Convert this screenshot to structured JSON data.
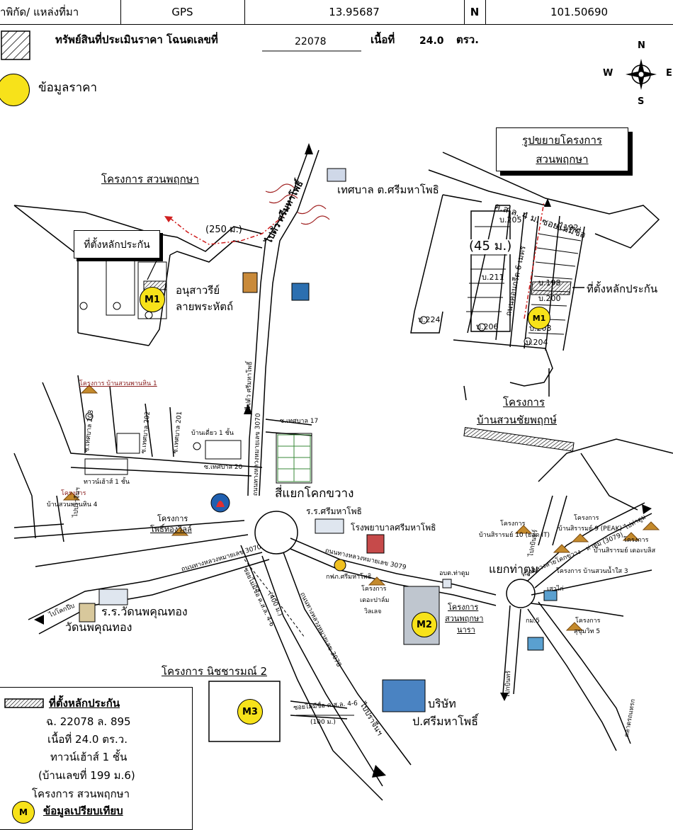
{
  "header": {
    "coord_label": "าพิกัด/ แหล่งที่มา",
    "source": "GPS",
    "lat": "13.95687",
    "n_label": "N",
    "lon": "101.50690"
  },
  "subject": {
    "desc": "ทรัพย์สินที่ประเมินราคา โฉนดเลขที่",
    "deed": "22078",
    "area_label": "เนื้อที่",
    "area": "24.0",
    "unit": "ตรว."
  },
  "legend_price": "ข้อมูลราคา",
  "compass": {
    "n": "N",
    "s": "S",
    "w": "W",
    "e": "E"
  },
  "inset": {
    "title_line1": "รูปขยายโครงการ",
    "title_line2": "สวนพฤกษา",
    "road_top": "ค.ส.ล. 4 ม. ซอยไม่มีชื่อ",
    "road_side": "ถนนคอนกรีต 6 เมตร",
    "distance": "(45 ม.)",
    "collateral": "ที่ตั้งหลักประกัน",
    "plots": [
      "บ.205",
      "บ.192",
      "บ.211",
      "บ.198",
      "บ.200",
      "บ.203",
      "บ.204",
      "บ.206",
      "บ.224"
    ],
    "marker": "M1"
  },
  "map": {
    "project_suan": "โครงการ สวนพฤกษา",
    "collateral_left": "ที่ตั้งหลักประกัน",
    "dist_250": "(250 ม.)",
    "road_srimahapho": "ไปตัว ศรีมหาโพธิ์",
    "municipality": "เทศบาล ต.ศรีมหาโพธิ",
    "monument_l1": "อนุสาวรีย์",
    "monument_l2": "ลายพระหัตถ์",
    "baan_suan_1": "โครงการ บ้านสวนพานหิน 1",
    "soi_203": "ซ.เทศบาล 203",
    "soi_202": "ซ.เทศบาล 202",
    "soi_201": "ซ.เทศบาล 201",
    "single_house": "บ้านเดี่ยว 1 ชั้น",
    "townhouse": "ทาวน์เฮ้าส์ 1 ชั้น",
    "soi_20": "ซ.เทศบาล 20",
    "soi_17": "ซ.เทศบาล 17",
    "hwy_3070_v": "ถนนทางหลวงหมายเลข 3070",
    "to_srimahapho": "ไปตัว ศรีมหาโพธิ์",
    "baan_suan_4_l1": "โครงการ",
    "baan_suan_4_l2": "บ้านสวนพานหิน 4",
    "phothong_l1": "โครงการ",
    "phothong_l2": "โพธิ์ทองวิลล์",
    "intersection_kok": "สี่แยกโคกขวาง",
    "school_srimahapho": "ร.ร.ศรีมหาโพธิ",
    "hospital": "โรงพยาบาลศรีมหาโพธิ",
    "hwy_3070_h": "ถนนทางหลวงหมายเลข 3070",
    "hwy_3079": "ถนนทางหลวงหมายเลข 3079",
    "hwy_3078": "ถนนทางหลวงหมายเลข 3078",
    "soi_nochue_46": "ซอยไม่มีชื่อ ค.ส.ล. 4-6",
    "dist_400": "(400 ม.)",
    "to_kokpip": "ไปโคกปีบ",
    "school_wat": "ร.ร.วัดนพคุณทอง",
    "wat": "วัดนพคุณทอง",
    "to_prachin": "ไปปราจีนฯ",
    "pao_srimahapho": "กฟภ.ศรีมหาโพธิ",
    "palm_l1": "โครงการ",
    "palm_l2": "เดอะปาล์ม",
    "palm_l3": "วิลเลจ",
    "suan_nara_l1": "โครงการ",
    "suan_nara_l2": "สวนพฤกษา",
    "suan_nara_l3": "นารา",
    "tatum_office": "อบต.ท่าตูม",
    "intersection_tatum": "แยกท่าตูม",
    "sirarom10_l1": "โครงการ",
    "sirarom10_l2": "บ้านสิรารมย์ 10 (ยอด IT)",
    "sirarom9_l1": "โครงการ",
    "sirarom9_l2": "บ้านสิรารมย์ 9 (PEAK)",
    "to_tatum": "ไปท่าตูม",
    "sirarom_bless_l1": "โครงการ",
    "sirarom_bless_l2": "บ้านสิรารมย์ เดอะบลิส",
    "hwy_3079b": "ทางหลวงสายโคกขวาง - ท่าตูม (3079)",
    "suan_namsai": "โครงการ บ้านสวนน้ำใส 3",
    "kachai_to": "ไปกบินทร์",
    "sakhon_l1": "โครงการ",
    "sakhon_l2": "สุขุมวิท 5",
    "kmc": "กม.5",
    "to_kabin": "ไปกบินทร์",
    "market": "ตลาดรถแทรก",
    "saochai": "เสาไก่",
    "baan_suan_chai_l1": "โครงการ",
    "baan_suan_chai_l2": "บ้านสวนชัยพฤกษ์",
    "nichaa_project": "โครงการ นิชชารมณ์ 2",
    "soi_nochue_46b": "ซอยไม่มีชื่อ ค.ส.ล. 4-6",
    "dist_100": "(100 ม.)",
    "to_prachinburi": "ไปปราจีนฯ",
    "company_l1": "บริษัท",
    "company_l2": "ป.ศรีมหาโพธิ์",
    "markers": [
      "M1",
      "M2",
      "M3"
    ]
  },
  "legend_box": {
    "title": "ที่ตั้งหลักประกัน",
    "line1": "ฉ. 22078 ล. 895",
    "line2": "เนื้อที่ 24.0 ตร.ว.",
    "line3": "ทาวน์เฮ้าส์ 1 ชั้น",
    "line4": "(บ้านเลขที่ 199 ม.6)",
    "line5": "โครงการ สวนพฤกษา",
    "m_label": "M",
    "compare": "ข้อมูลเปรียบเทียบ"
  }
}
